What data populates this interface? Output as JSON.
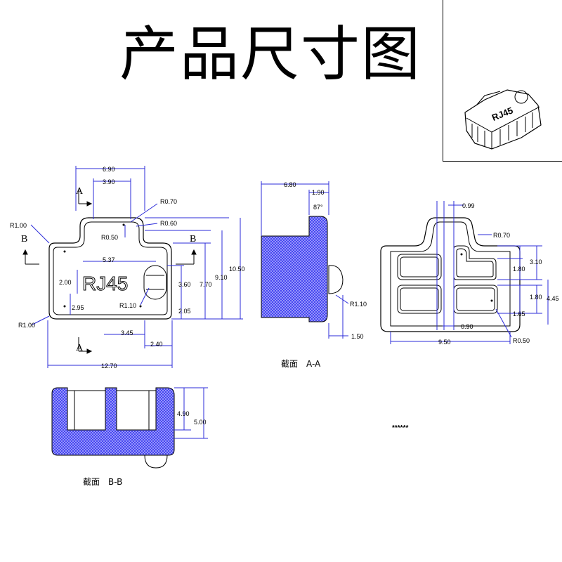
{
  "title": "产品尺寸图",
  "front_view": {
    "dims": {
      "top_w": "6.90",
      "notch_w": "3.90",
      "r070": "R0.70",
      "r060": "R0.60",
      "r050": "R0.50",
      "r100_top": "R1.00",
      "r100_bot": "R1.00",
      "d537": "5.37",
      "d200": "2.00",
      "d295": "2.95",
      "r110": "R1.10",
      "d360": "3.60",
      "d205": "2.05",
      "d770": "7.70",
      "d910": "9.10",
      "d1050": "10.50",
      "d345": "3.45",
      "d240": "2.40",
      "total_w": "12.70"
    },
    "emboss": "RJ45",
    "section_a_top": "A",
    "section_a_bottom": "A",
    "section_b_left": "B",
    "section_b_right": "B"
  },
  "section_aa": {
    "caption": "截面　A-A",
    "dims": {
      "d680": "6.80",
      "d190": "1.90",
      "angle": "87°",
      "r110": "R1.10",
      "d150": "1.50"
    }
  },
  "back_view": {
    "dims": {
      "d099": "0.99",
      "r070": "R0.70",
      "d180a": "1.80",
      "d310": "3.10",
      "d180b": "1.80",
      "d445": "4.45",
      "d165": "1.65",
      "d090": "0.90",
      "d950": "9.50",
      "r050": "R0.50"
    }
  },
  "section_bb": {
    "caption": "截面　B-B",
    "dims": {
      "d490": "4.90",
      "d500": "5.00"
    }
  },
  "note": "******",
  "preview_label": "RJ45",
  "colors": {
    "section_fill": "#3c3cf0",
    "dim_line": "#2b2bd9",
    "outline": "#000000"
  }
}
